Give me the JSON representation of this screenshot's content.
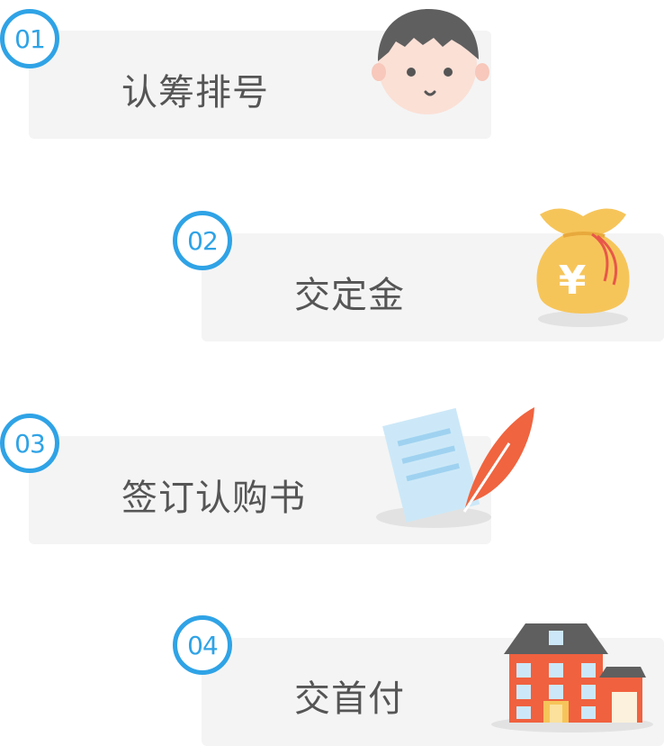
{
  "steps": [
    {
      "number": "01",
      "label": "认筹排号",
      "icon": "boy-face-icon"
    },
    {
      "number": "02",
      "label": "交定金",
      "icon": "money-bag-icon"
    },
    {
      "number": "03",
      "label": "签订认购书",
      "icon": "document-quill-icon"
    },
    {
      "number": "04",
      "label": "交首付",
      "icon": "house-icon"
    }
  ],
  "money_bag_symbol": "¥",
  "colors": {
    "accent": "#2fa3e6",
    "card": "#f4f4f4",
    "text": "#555555",
    "bag": "#f6c55a",
    "feather": "#f0643f",
    "house": "#f0613f"
  }
}
